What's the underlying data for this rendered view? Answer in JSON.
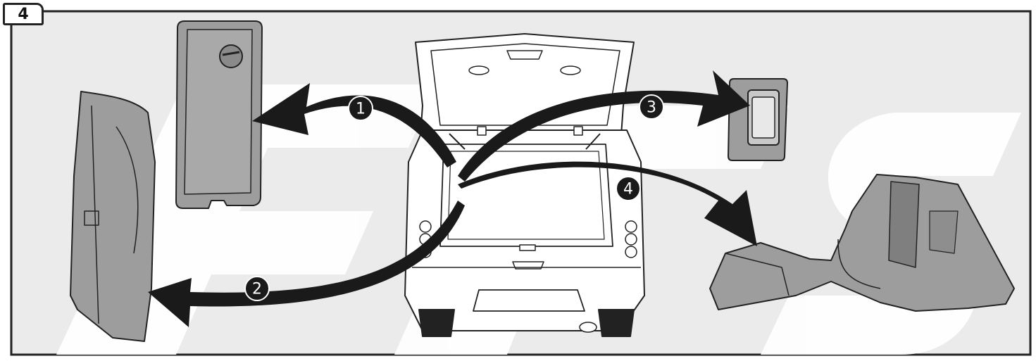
{
  "step_number": "4",
  "callouts": [
    "1",
    "2",
    "3",
    "4"
  ],
  "colors": {
    "frame": "#222222",
    "background_panel": "#ebebeb",
    "watermark": "#ffffff",
    "arrow": "#1a1a1a",
    "part_fill": "#9d9d9d",
    "part_dark": "#7f7f7f",
    "car_fill": "#ffffff"
  },
  "icons": {
    "parts": [
      "side-trim-panel-icon",
      "access-cover-panel-icon",
      "small-cover-plate-icon",
      "wheel-arch-trim-icon"
    ],
    "vehicle": "hatchback-rear-view-icon"
  }
}
